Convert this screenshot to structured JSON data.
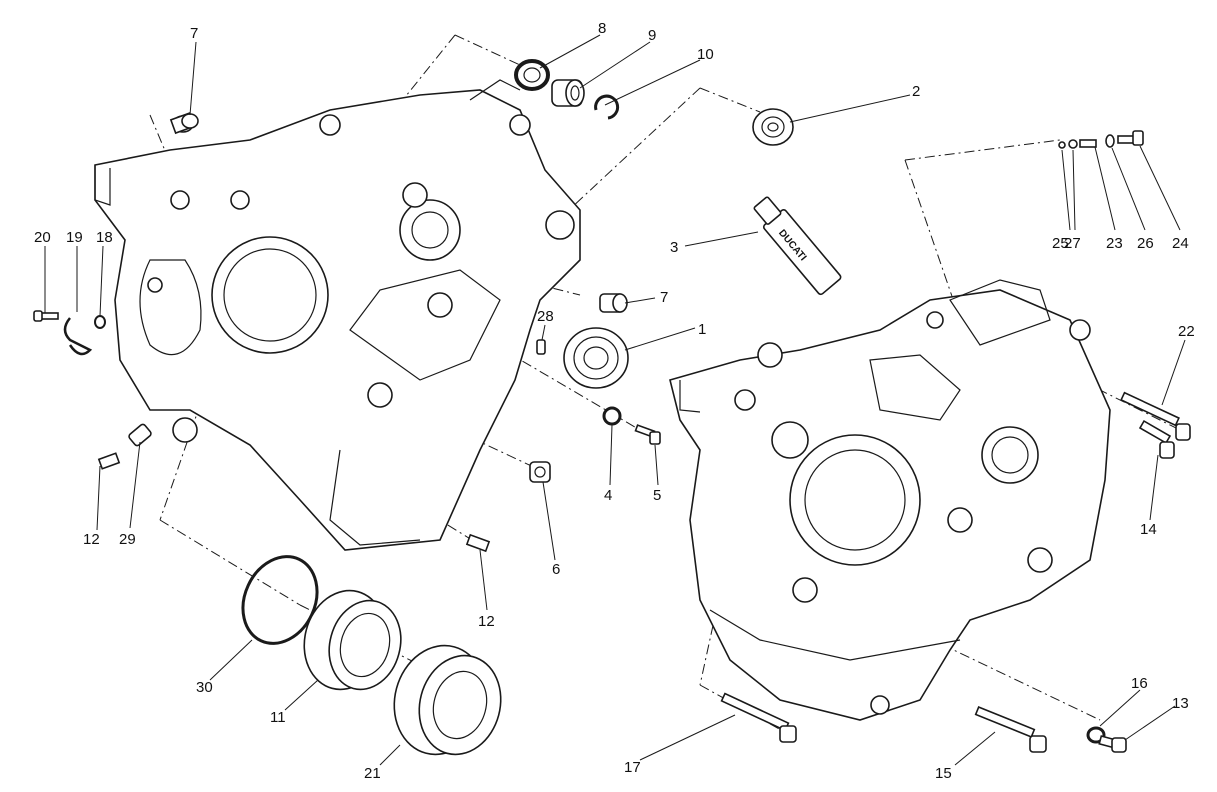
{
  "diagram": {
    "callouts": [
      {
        "id": "7a",
        "label": "7"
      },
      {
        "id": "8",
        "label": "8"
      },
      {
        "id": "9",
        "label": "9"
      },
      {
        "id": "10",
        "label": "10"
      },
      {
        "id": "2",
        "label": "2"
      },
      {
        "id": "3",
        "label": "3"
      },
      {
        "id": "7b",
        "label": "7"
      },
      {
        "id": "1",
        "label": "1"
      },
      {
        "id": "28",
        "label": "28"
      },
      {
        "id": "20",
        "label": "20"
      },
      {
        "id": "19",
        "label": "19"
      },
      {
        "id": "18",
        "label": "18"
      },
      {
        "id": "25",
        "label": "25"
      },
      {
        "id": "27",
        "label": "27"
      },
      {
        "id": "23",
        "label": "23"
      },
      {
        "id": "26",
        "label": "26"
      },
      {
        "id": "24",
        "label": "24"
      },
      {
        "id": "22",
        "label": "22"
      },
      {
        "id": "14",
        "label": "14"
      },
      {
        "id": "4",
        "label": "4"
      },
      {
        "id": "5",
        "label": "5"
      },
      {
        "id": "6",
        "label": "6"
      },
      {
        "id": "12a",
        "label": "12"
      },
      {
        "id": "29",
        "label": "29"
      },
      {
        "id": "12b",
        "label": "12"
      },
      {
        "id": "30",
        "label": "30"
      },
      {
        "id": "11",
        "label": "11"
      },
      {
        "id": "21",
        "label": "21"
      },
      {
        "id": "17",
        "label": "17"
      },
      {
        "id": "15",
        "label": "15"
      },
      {
        "id": "16",
        "label": "16"
      },
      {
        "id": "13",
        "label": "13"
      }
    ],
    "tube_label": "DUCATI"
  }
}
